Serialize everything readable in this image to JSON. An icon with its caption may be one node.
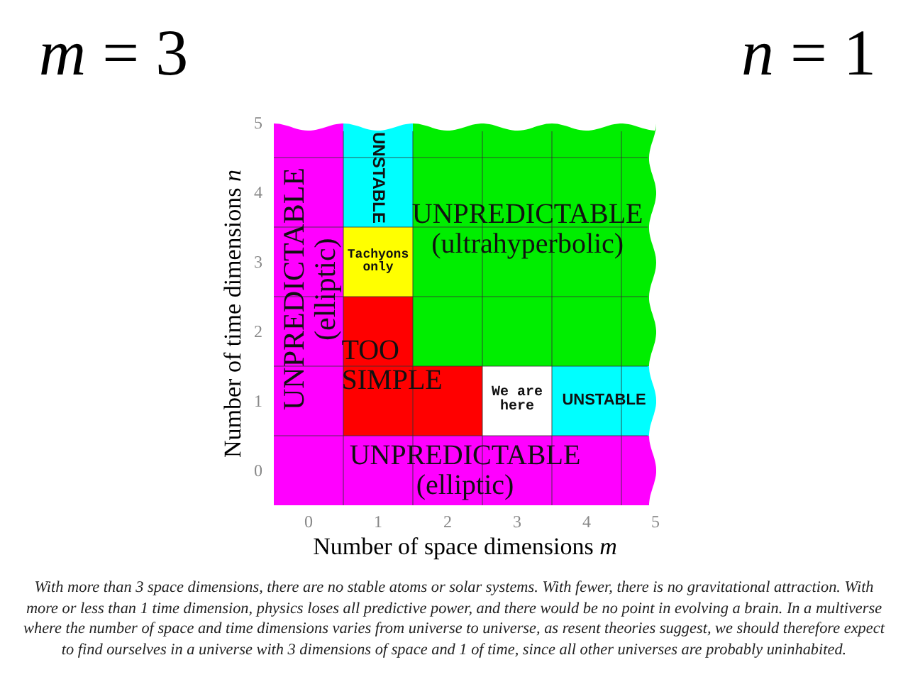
{
  "diagram": {
    "caption": "With more than 3 space dimensions, there are no stable atoms or solar systems. With fewer, there is no gravitational attraction. With more or less than 1 time dimension, physics loses all predictive power, and there would be no point in evolving a brain. In a multiverse where the number of space and time dimensions varies from universe to universe, as resent theories suggest, we should therefore expect to find ourselves in a universe with 3 dimensions of space and 1 of time, since all other universes are probably uninhabited.",
    "nodes": [
      {
        "text": [
          "UNPREDICTABLE (elliptic)"
        ]
      },
      {
        "text": [
          "UNSTABLE"
        ]
      },
      {
        "text": [
          "UNPREDICTABLE (ultrahyperbolic)"
        ]
      },
      {
        "text": [
          "Tachyons only"
        ]
      },
      {
        "text": [
          "TOO SIMPLE"
        ]
      },
      {
        "text": [
          "We are here"
        ]
      },
      {
        "text": [
          "UNSTABLE"
        ]
      },
      {
        "text": [
          "UNPREDICTABLE (elliptic)"
        ]
      }
    ],
    "edges": [],
    "labels": [
      "*m* = 3",
      "*n* = 1",
      "5",
      "4",
      "3",
      "2",
      "1",
      "0",
      "Number of time dimensions *n*",
      "0",
      "1",
      "2",
      "3",
      "4",
      "5",
      "Number of space dimensions *m*"
    ]
  }
}
